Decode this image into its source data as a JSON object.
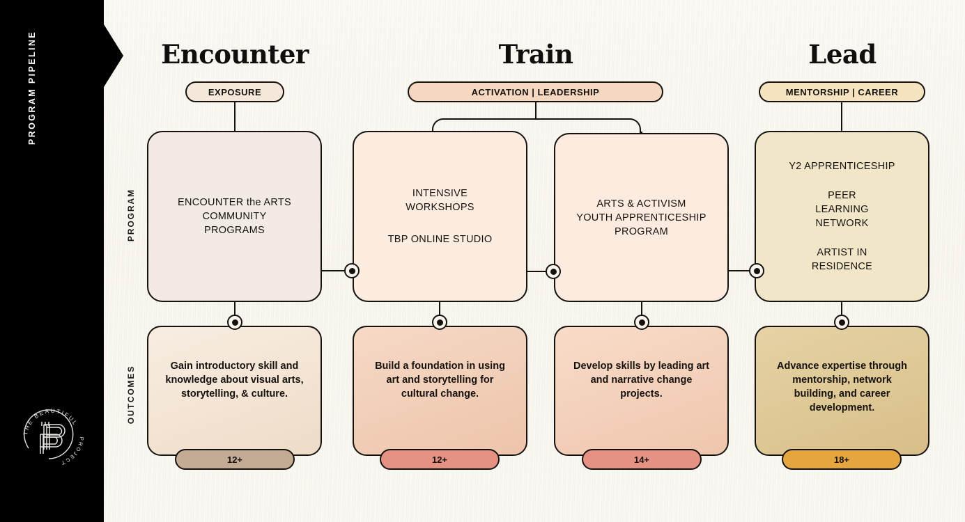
{
  "rail": {
    "title": "PROGRAM PIPELINE",
    "logo": {
      "arc_top": "THE BEAUTIFUL",
      "arc_bottom": "PROJECT",
      "monogram": "TBP"
    }
  },
  "axis": {
    "program": "PROGRAM",
    "outcomes": "OUTCOMES"
  },
  "columns": [
    {
      "title": "Encounter"
    },
    {
      "title": "Train"
    },
    {
      "title": "Lead"
    }
  ],
  "pills": [
    {
      "id": "exposure",
      "label": "EXPOSURE",
      "color": "#f5e7da"
    },
    {
      "id": "activation",
      "label": "ACTIVATION | LEADERSHIP",
      "color": "#f6d7c0"
    },
    {
      "id": "mentorship",
      "label": "MENTORSHIP | CAREER",
      "color": "#f6e4c0"
    }
  ],
  "programs": [
    {
      "id": "encounter-arts",
      "color": "#f4eae5",
      "lines_a": [
        "ENCOUNTER the ARTS",
        "COMMUNITY",
        "PROGRAMS"
      ],
      "lines_b": []
    },
    {
      "id": "intensive-workshops",
      "color": "#fdece0",
      "lines_a": [
        "INTENSIVE",
        "WORKSHOPS"
      ],
      "lines_b": [
        "TBP ONLINE STUDIO"
      ]
    },
    {
      "id": "arts-activism",
      "color": "#fdebe0",
      "lines_a": [
        "ARTS & ACTIVISM",
        "YOUTH APPRENTICESHIP",
        "PROGRAM"
      ],
      "lines_b": []
    },
    {
      "id": "y2-apprenticeship",
      "color": "#f2e6c8",
      "lines_a": [
        "Y2 APPRENTICESHIP"
      ],
      "lines_b": [
        "PEER",
        "LEARNING",
        "NETWORK"
      ],
      "lines_c": [
        "ARTIST IN",
        "RESIDENCE"
      ]
    }
  ],
  "outcomes": [
    {
      "id": "outcome-encounter",
      "text": "Gain introductory skill and knowledge about visual arts, storytelling, & culture.",
      "age": "12+",
      "badge_color": "#c3ab94"
    },
    {
      "id": "outcome-workshops",
      "text": "Build a foundation in using art and storytelling for cultural change.",
      "age": "12+",
      "badge_color": "#e59184"
    },
    {
      "id": "outcome-activism",
      "text": "Develop skills by leading art and narrative change projects.",
      "age": "14+",
      "badge_color": "#e59184"
    },
    {
      "id": "outcome-lead",
      "text": "Advance expertise through mentorship, network building, and career development.",
      "age": "18+",
      "badge_color": "#e5a63f"
    }
  ],
  "theme": {
    "background": "#f7f4ed",
    "ink": "#15120e",
    "rail": "#000000"
  }
}
